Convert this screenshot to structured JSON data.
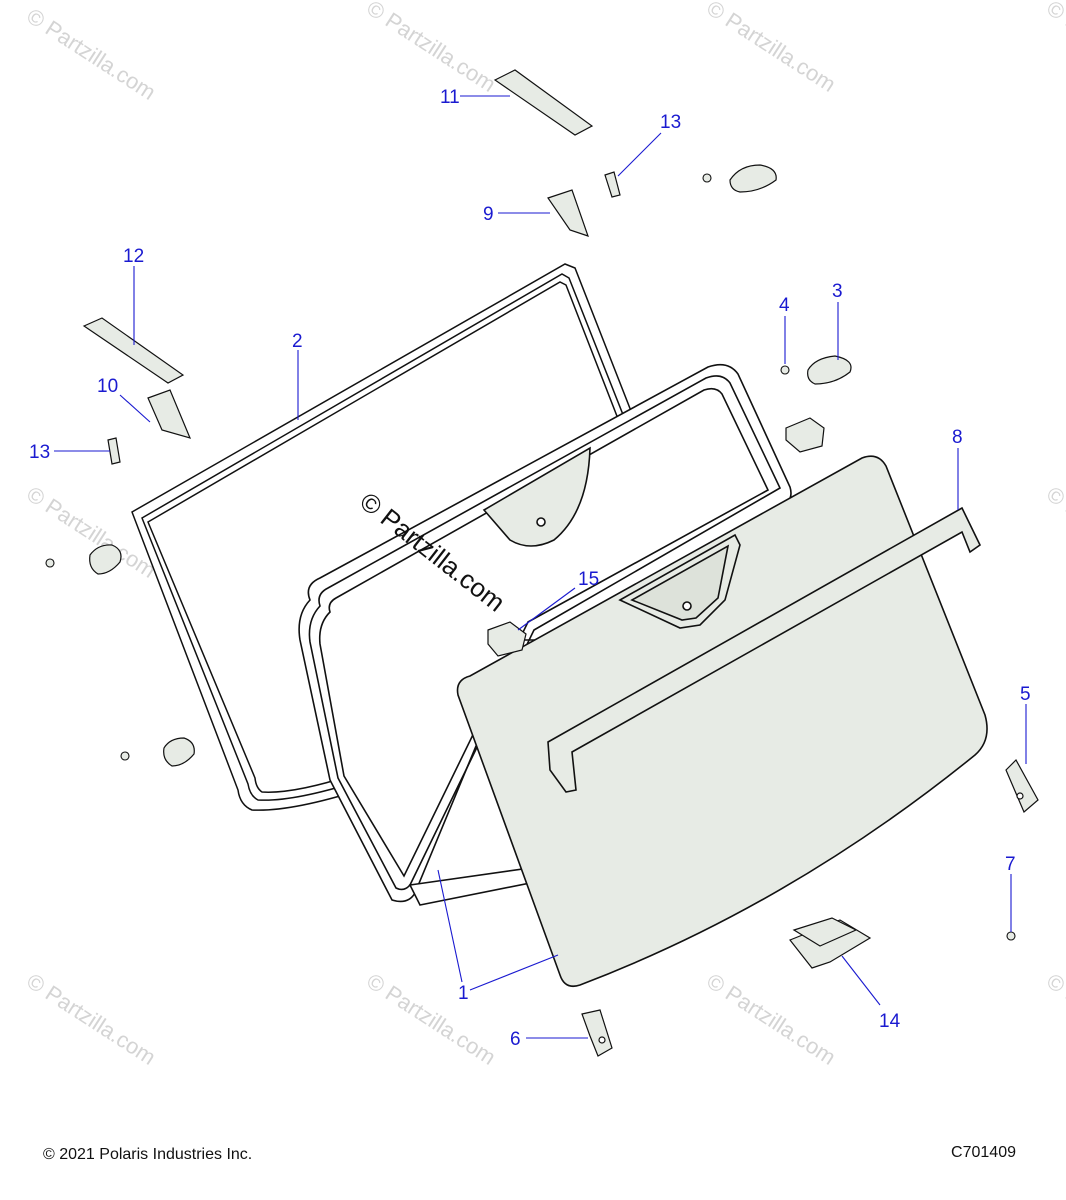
{
  "watermark": {
    "text": "© Partzilla.com"
  },
  "callouts": [
    {
      "id": "1",
      "label": "1"
    },
    {
      "id": "2",
      "label": "2"
    },
    {
      "id": "3",
      "label": "3"
    },
    {
      "id": "4",
      "label": "4"
    },
    {
      "id": "5",
      "label": "5"
    },
    {
      "id": "6",
      "label": "6"
    },
    {
      "id": "7",
      "label": "7"
    },
    {
      "id": "8",
      "label": "8"
    },
    {
      "id": "9",
      "label": "9"
    },
    {
      "id": "10",
      "label": "10"
    },
    {
      "id": "11",
      "label": "11"
    },
    {
      "id": "12",
      "label": "12"
    },
    {
      "id": "13a",
      "label": "13"
    },
    {
      "id": "13b",
      "label": "13"
    },
    {
      "id": "14",
      "label": "14"
    },
    {
      "id": "15",
      "label": "15"
    }
  ],
  "footer": {
    "copyright": "© 2021 Polaris Industries Inc.",
    "drawing_number": "C701409"
  },
  "colors": {
    "callout": "#1a1ad0",
    "part_fill": "#e7ebe5",
    "outline": "#111111",
    "watermark": "#d4d4d4"
  }
}
